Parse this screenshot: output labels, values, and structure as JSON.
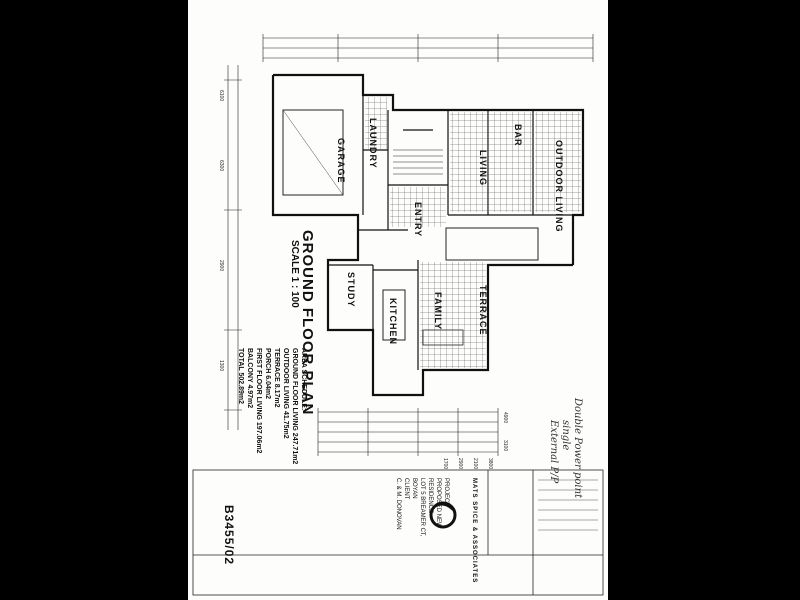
{
  "drawing": {
    "title": "GROUND FLOOR PLAN",
    "scale": "SCALE 1 : 100",
    "rooms": {
      "garage": "GARAGE",
      "laundry": "LAUNDRY",
      "living": "LIVING",
      "outdoor_living": "OUTDOOR LIVING",
      "entry": "ENTRY",
      "study": "STUDY",
      "family": "FAMILY",
      "kitchen": "KITCHEN",
      "terrace": "TERRACE",
      "bar": "BAR"
    },
    "area_schedule": {
      "heading": "AREA SCHEDULE:",
      "rows": [
        {
          "label": "GROUND FLOOR LIVING",
          "value": "247.71m2"
        },
        {
          "label": "OUTDOOR LIVING",
          "value": "41.75m2"
        },
        {
          "label": "TERRACE",
          "value": "8.17m2"
        },
        {
          "label": "PORCH",
          "value": "6.04m2"
        },
        {
          "label": "FIRST FLOOR LIVING",
          "value": "197.06m2"
        },
        {
          "label": "BALCONY",
          "value": "4.97m2"
        },
        {
          "label": "TOTAL",
          "value": "502.89m2"
        }
      ]
    },
    "top_dims": [
      "6100",
      "6300",
      "2900",
      "1300"
    ],
    "bottom_dims": [
      "4900",
      "3100",
      "3800",
      "2100",
      "2900",
      "1700"
    ],
    "handwritten": [
      "Double Power point",
      "single",
      "External P/P"
    ]
  },
  "title_block": {
    "firm": "MATS SPICE & ASSOCIATES",
    "project_label": "PROJECT",
    "project_lines": [
      "PROPOSED NEW",
      "RESIDENCE"
    ],
    "address_lines": [
      "LOT 5 BREAMER CT,",
      "BOYAN"
    ],
    "client_label": "CLIENT",
    "client": "C. & M. DONOVAN",
    "drawing_no": "B3455/02"
  }
}
